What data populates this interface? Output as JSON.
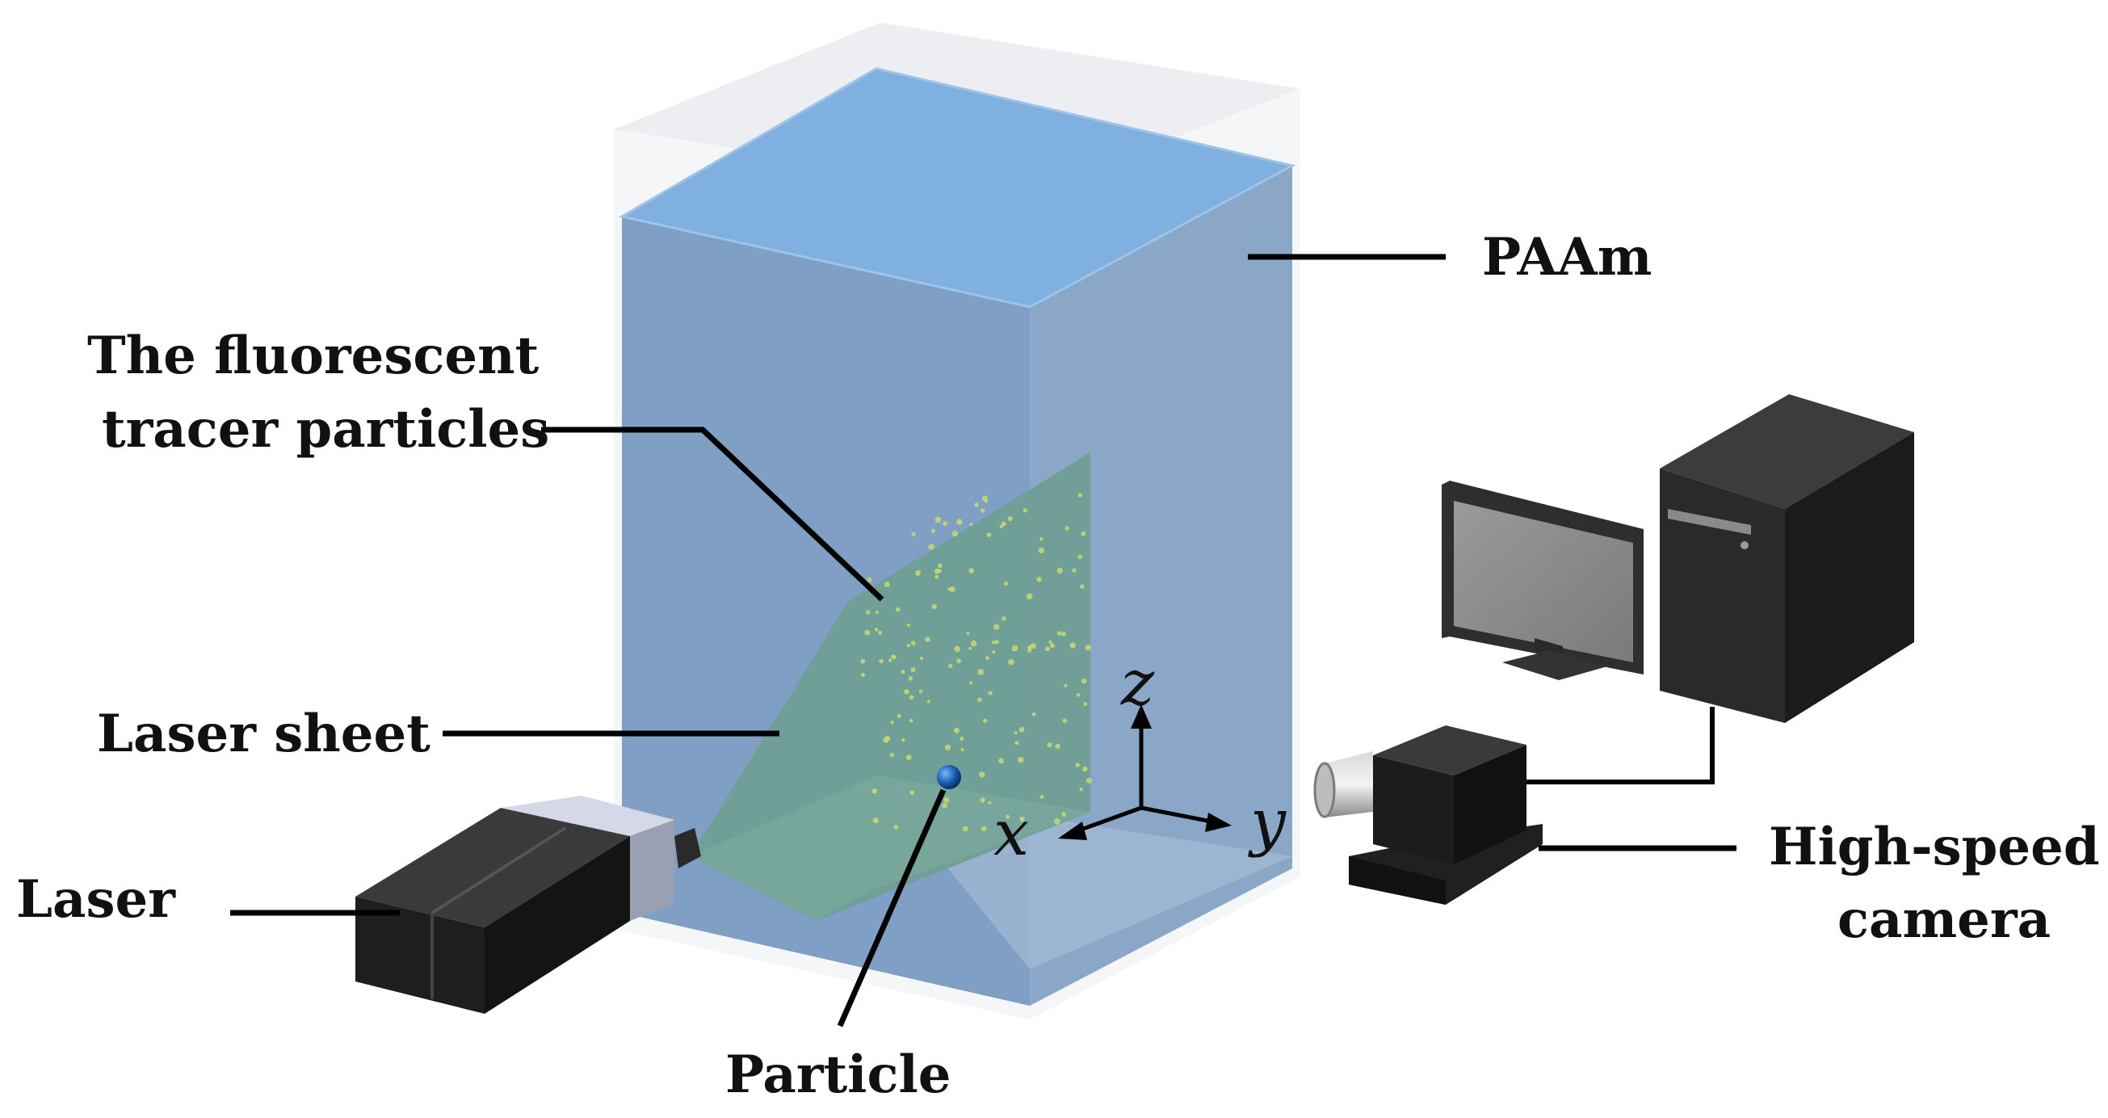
{
  "labels": {
    "paam": "PAAm",
    "tracer_line1": "The fluorescent",
    "tracer_line2": "tracer particles",
    "laser_sheet": "Laser sheet",
    "laser": "Laser",
    "particle": "Particle",
    "camera_line1": "High-speed",
    "camera_line2": "camera"
  },
  "axes": {
    "x": "x",
    "y": "y",
    "z": "z"
  },
  "colors": {
    "gel_front": "#7f9fc4",
    "gel_top": "#7fb0df",
    "gel_side": "#8aa7c8",
    "laser_sheet": "#6f9e94",
    "tracer_dots": "#c8d86a",
    "particle": "#1a5fb4",
    "device_dark": "#2a2a2a"
  }
}
